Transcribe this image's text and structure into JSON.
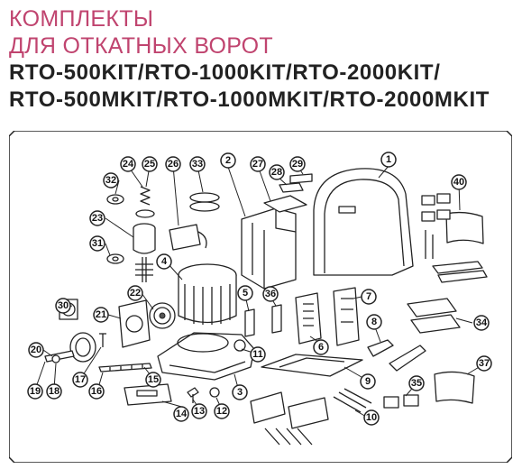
{
  "heading": {
    "title_line_1": "КОМПЛЕКТЫ",
    "title_line_2": "ДЛЯ ОТКАТНЫХ ВОРОТ",
    "models_line_1": "RTO-500KIT/RTO-1000KIT/RTO-2000KIT/",
    "models_line_2": "RTO-500MKIT/RTO-1000MKIT/RTO-2000MKIT"
  },
  "diagram": {
    "part_numbers": [
      "1",
      "2",
      "3",
      "4",
      "5",
      "6",
      "7",
      "8",
      "9",
      "10",
      "11",
      "12",
      "13",
      "14",
      "15",
      "16",
      "17",
      "18",
      "19",
      "20",
      "21",
      "22",
      "23",
      "24",
      "25",
      "26",
      "27",
      "28",
      "29",
      "30",
      "31",
      "32",
      "33",
      "34",
      "35",
      "36",
      "37",
      "40"
    ]
  }
}
